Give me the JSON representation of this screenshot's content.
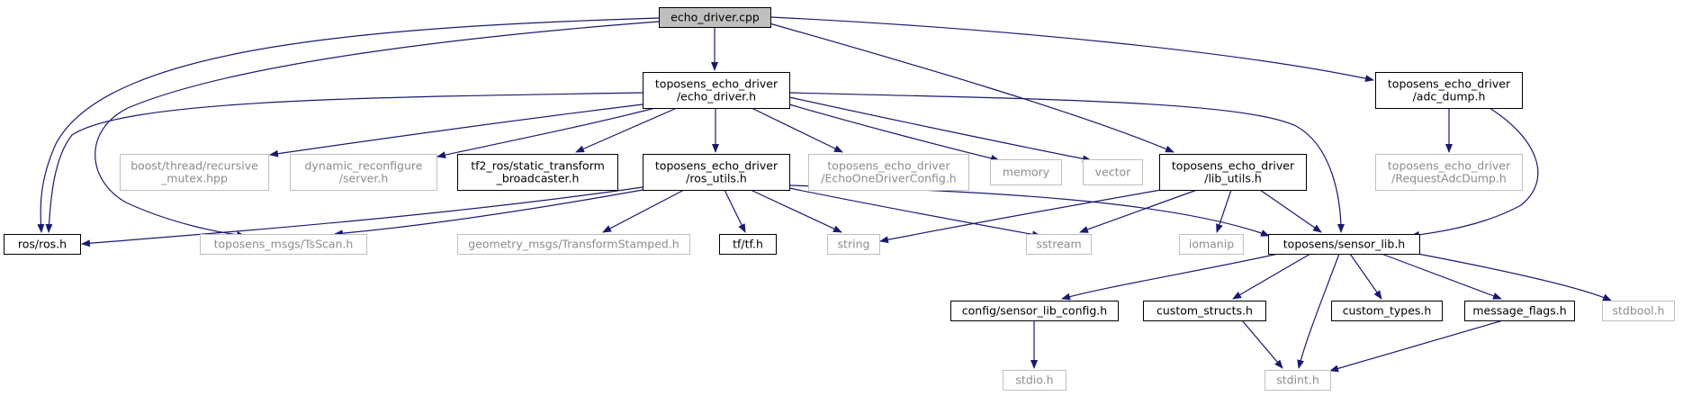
{
  "colors": {
    "edge": "#191970",
    "documented_border": "#000000",
    "external_border": "#bfbfbf",
    "root_fill": "#bfbfbf",
    "node_fill": "#ffffff",
    "external_text": "#8c8c8c",
    "text": "#000000"
  },
  "nodes": [
    {
      "id": "echo_driver_cpp",
      "lines": [
        "echo_driver.cpp"
      ],
      "kind": "root"
    },
    {
      "id": "ros_ros_h",
      "lines": [
        "ros/ros.h"
      ],
      "kind": "documented"
    },
    {
      "id": "echo_driver_h",
      "lines": [
        "toposens_echo_driver",
        "/echo_driver.h"
      ],
      "kind": "documented"
    },
    {
      "id": "tsscan_h",
      "lines": [
        "toposens_msgs/TsScan.h"
      ],
      "kind": "external"
    },
    {
      "id": "lib_utils_h",
      "lines": [
        "toposens_echo_driver",
        "/lib_utils.h"
      ],
      "kind": "documented"
    },
    {
      "id": "sensor_lib_h",
      "lines": [
        "toposens/sensor_lib.h"
      ],
      "kind": "documented"
    },
    {
      "id": "adc_dump_h",
      "lines": [
        "toposens_echo_driver",
        "/adc_dump.h"
      ],
      "kind": "documented"
    },
    {
      "id": "recursive_mutex",
      "lines": [
        "boost/thread/recursive",
        "_mutex.hpp"
      ],
      "kind": "external"
    },
    {
      "id": "dyn_server",
      "lines": [
        "dynamic_reconfigure",
        "/server.h"
      ],
      "kind": "external"
    },
    {
      "id": "static_tf",
      "lines": [
        "tf2_ros/static_transform",
        "_broadcaster.h"
      ],
      "kind": "documented"
    },
    {
      "id": "ros_utils_h",
      "lines": [
        "toposens_echo_driver",
        "/ros_utils.h"
      ],
      "kind": "documented"
    },
    {
      "id": "echo_config",
      "lines": [
        "toposens_echo_driver",
        "/EchoOneDriverConfig.h"
      ],
      "kind": "external"
    },
    {
      "id": "memory",
      "lines": [
        "memory"
      ],
      "kind": "external"
    },
    {
      "id": "vector",
      "lines": [
        "vector"
      ],
      "kind": "external"
    },
    {
      "id": "request_adc",
      "lines": [
        "toposens_echo_driver",
        "/RequestAdcDump.h"
      ],
      "kind": "external"
    },
    {
      "id": "geometry_tf",
      "lines": [
        "geometry_msgs/TransformStamped.h"
      ],
      "kind": "external"
    },
    {
      "id": "tf_h",
      "lines": [
        "tf/tf.h"
      ],
      "kind": "documented"
    },
    {
      "id": "string",
      "lines": [
        "string"
      ],
      "kind": "external"
    },
    {
      "id": "sstream",
      "lines": [
        "sstream"
      ],
      "kind": "external"
    },
    {
      "id": "iomanip",
      "lines": [
        "iomanip"
      ],
      "kind": "external"
    },
    {
      "id": "sensor_lib_config",
      "lines": [
        "config/sensor_lib_config.h"
      ],
      "kind": "documented"
    },
    {
      "id": "custom_structs",
      "lines": [
        "custom_structs.h"
      ],
      "kind": "documented"
    },
    {
      "id": "custom_types",
      "lines": [
        "custom_types.h"
      ],
      "kind": "documented"
    },
    {
      "id": "message_flags",
      "lines": [
        "message_flags.h"
      ],
      "kind": "documented"
    },
    {
      "id": "stdbool",
      "lines": [
        "stdbool.h"
      ],
      "kind": "external"
    },
    {
      "id": "stdio",
      "lines": [
        "stdio.h"
      ],
      "kind": "external"
    },
    {
      "id": "stdint",
      "lines": [
        "stdint.h"
      ],
      "kind": "external"
    }
  ],
  "edges": [
    {
      "from": "echo_driver_cpp",
      "to": "ros_ros_h"
    },
    {
      "from": "echo_driver_cpp",
      "to": "echo_driver_h"
    },
    {
      "from": "echo_driver_cpp",
      "to": "tsscan_h"
    },
    {
      "from": "echo_driver_cpp",
      "to": "lib_utils_h"
    },
    {
      "from": "echo_driver_cpp",
      "to": "adc_dump_h"
    },
    {
      "from": "echo_driver_h",
      "to": "ros_ros_h"
    },
    {
      "from": "echo_driver_h",
      "to": "recursive_mutex"
    },
    {
      "from": "echo_driver_h",
      "to": "dyn_server"
    },
    {
      "from": "echo_driver_h",
      "to": "static_tf"
    },
    {
      "from": "echo_driver_h",
      "to": "ros_utils_h"
    },
    {
      "from": "echo_driver_h",
      "to": "echo_config"
    },
    {
      "from": "echo_driver_h",
      "to": "memory"
    },
    {
      "from": "echo_driver_h",
      "to": "vector"
    },
    {
      "from": "echo_driver_h",
      "to": "sensor_lib_h"
    },
    {
      "from": "adc_dump_h",
      "to": "request_adc"
    },
    {
      "from": "adc_dump_h",
      "to": "sensor_lib_h"
    },
    {
      "from": "ros_utils_h",
      "to": "ros_ros_h"
    },
    {
      "from": "ros_utils_h",
      "to": "tsscan_h"
    },
    {
      "from": "ros_utils_h",
      "to": "geometry_tf"
    },
    {
      "from": "ros_utils_h",
      "to": "tf_h"
    },
    {
      "from": "ros_utils_h",
      "to": "string"
    },
    {
      "from": "ros_utils_h",
      "to": "sstream"
    },
    {
      "from": "ros_utils_h",
      "to": "sensor_lib_h"
    },
    {
      "from": "lib_utils_h",
      "to": "string"
    },
    {
      "from": "lib_utils_h",
      "to": "sstream"
    },
    {
      "from": "lib_utils_h",
      "to": "iomanip"
    },
    {
      "from": "lib_utils_h",
      "to": "sensor_lib_h"
    },
    {
      "from": "sensor_lib_h",
      "to": "sensor_lib_config"
    },
    {
      "from": "sensor_lib_h",
      "to": "custom_structs"
    },
    {
      "from": "sensor_lib_h",
      "to": "custom_types"
    },
    {
      "from": "sensor_lib_h",
      "to": "message_flags"
    },
    {
      "from": "sensor_lib_h",
      "to": "stdbool"
    },
    {
      "from": "sensor_lib_h",
      "to": "stdint"
    },
    {
      "from": "sensor_lib_config",
      "to": "stdio"
    },
    {
      "from": "custom_structs",
      "to": "stdint"
    },
    {
      "from": "message_flags",
      "to": "stdint"
    }
  ]
}
